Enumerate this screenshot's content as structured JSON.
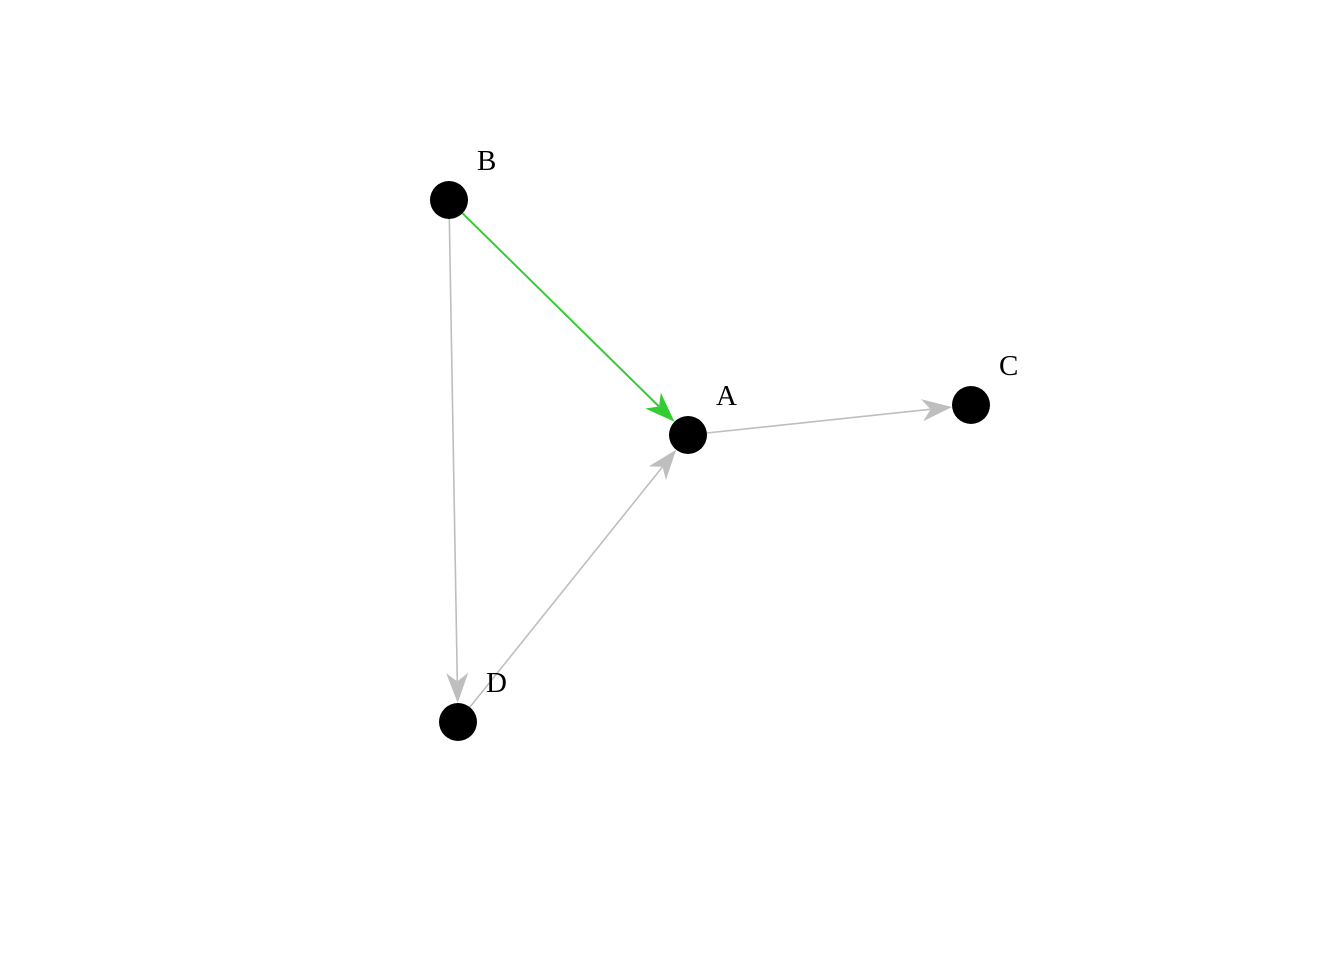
{
  "graph": {
    "directed": true,
    "node_color": "#000000",
    "label_color": "#000000",
    "background": "#ffffff",
    "nodes": [
      {
        "id": "A",
        "label": "A"
      },
      {
        "id": "B",
        "label": "B"
      },
      {
        "id": "C",
        "label": "C"
      },
      {
        "id": "D",
        "label": "D"
      }
    ],
    "edges": [
      {
        "from": "B",
        "to": "A",
        "color": "#33cc33",
        "highlighted": true
      },
      {
        "from": "B",
        "to": "D",
        "color": "#bebebe",
        "highlighted": false
      },
      {
        "from": "A",
        "to": "C",
        "color": "#bebebe",
        "highlighted": false
      },
      {
        "from": "D",
        "to": "A",
        "color": "#bebebe",
        "highlighted": false
      }
    ]
  }
}
